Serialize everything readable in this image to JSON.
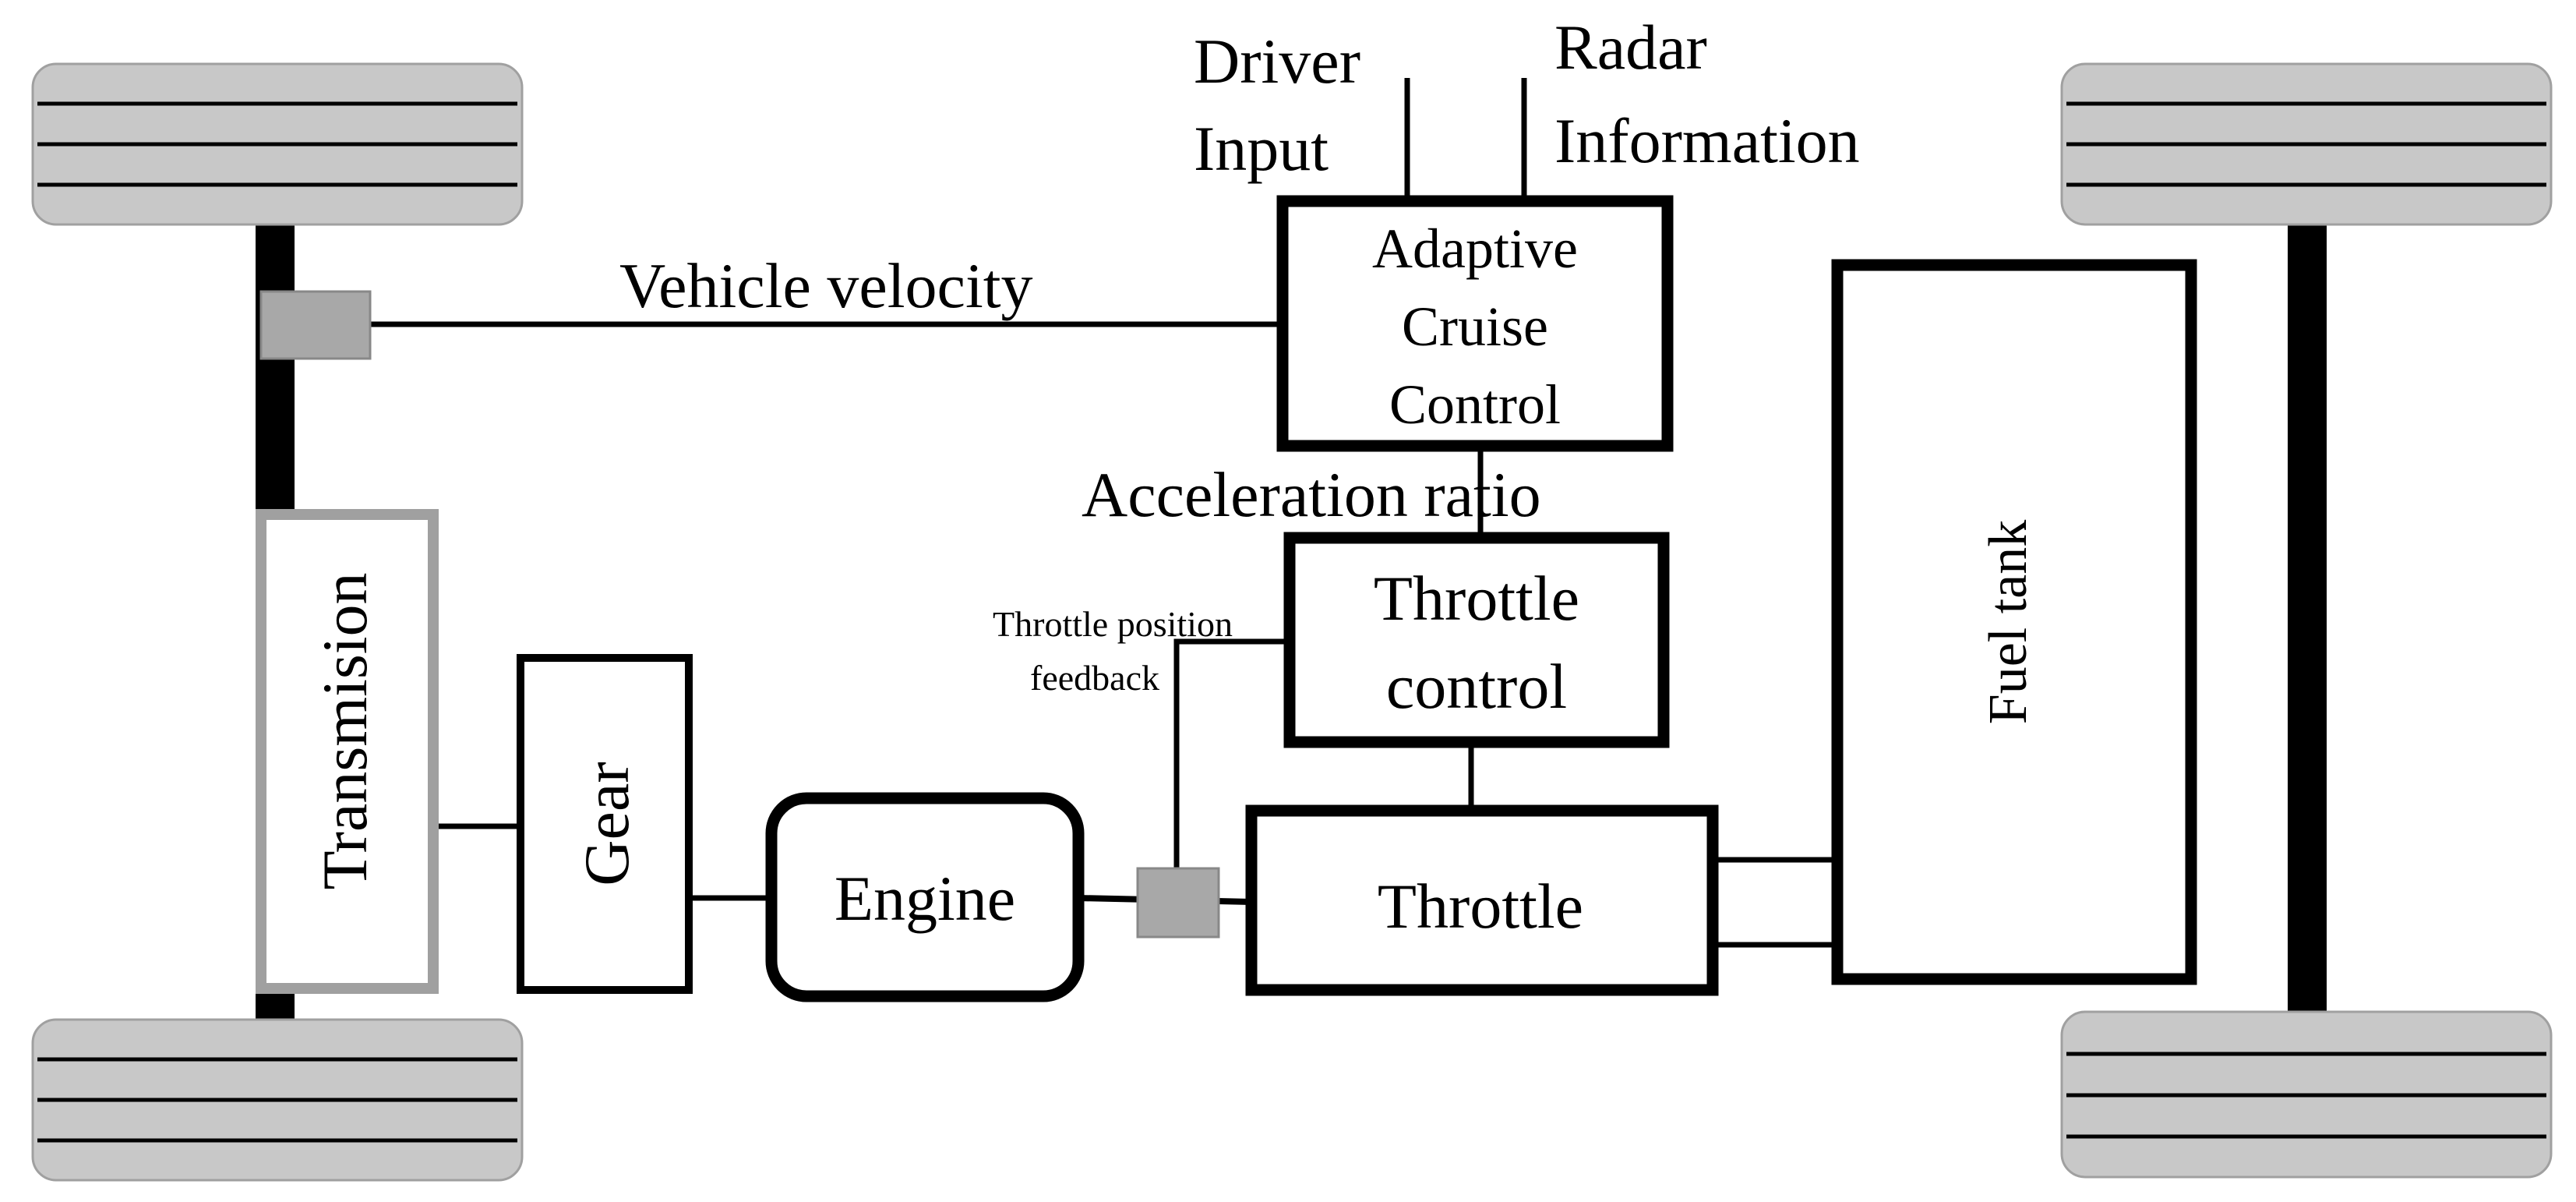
{
  "inputs": {
    "driver_line1": "Driver",
    "driver_line2": "Input",
    "radar_line1": "Radar",
    "radar_line2": "Information"
  },
  "signals": {
    "vehicle_velocity": "Vehicle velocity",
    "acceleration_ratio": "Acceleration ratio",
    "feedback_line1": "Throttle position",
    "feedback_line2": "feedback"
  },
  "blocks": {
    "acc_line1": "Adaptive",
    "acc_line2": "Cruise",
    "acc_line3": "Control",
    "throttle_control_line1": "Throttle",
    "throttle_control_line2": "control",
    "throttle": "Throttle",
    "fuel_tank": "Fuel tank",
    "engine": "Engine",
    "gear": "Gear",
    "transmission": "Transmision"
  },
  "colors": {
    "wheel_fill": "#c8c8c8",
    "sensor_fill": "#a8a8a8",
    "transmission_border": "#a0a0a0",
    "stroke": "#000000"
  }
}
